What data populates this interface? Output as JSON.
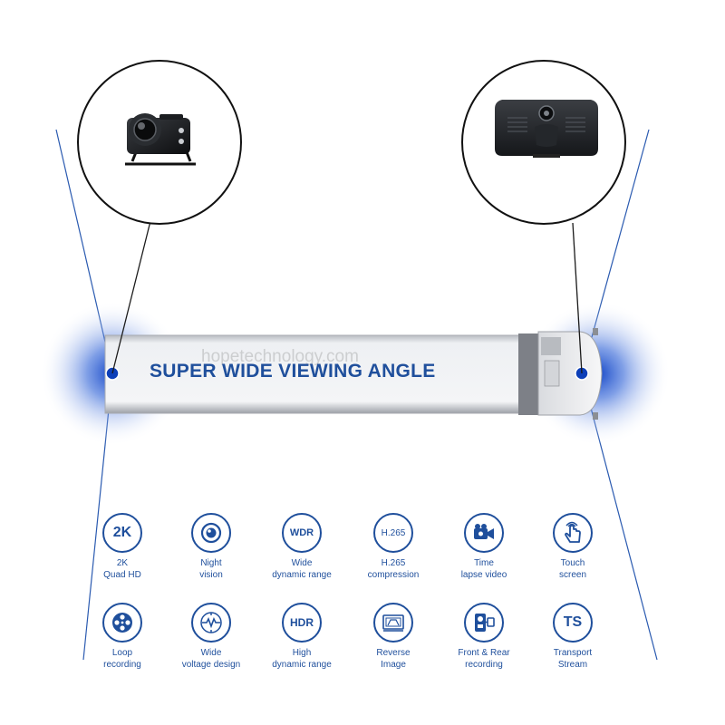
{
  "banner": {
    "headline": "SUPER WIDE VIEWING ANGLE",
    "watermark": "hopetechnology.com"
  },
  "colors": {
    "brand_blue": "#1f4f9c",
    "glow_blue": "#1a4fd0",
    "line_blue": "#2a5ab0"
  },
  "callouts": {
    "left": {
      "icon": "rear-camera-icon"
    },
    "right": {
      "icon": "dash-monitor-icon"
    }
  },
  "features": {
    "row1": [
      {
        "icon": "2k-badge-icon",
        "badge": "2K",
        "line1": "2K",
        "line2": "Quad HD"
      },
      {
        "icon": "night-lens-icon",
        "badge": "",
        "line1": "Night",
        "line2": "vision"
      },
      {
        "icon": "wdr-badge-icon",
        "badge": "WDR",
        "line1": "Wide",
        "line2": "dynamic range"
      },
      {
        "icon": "h265-badge-icon",
        "badge": "H.265",
        "line1": "H.265",
        "line2": "compression"
      },
      {
        "icon": "video-camera-icon",
        "badge": "",
        "line1": "Time",
        "line2": "lapse video"
      },
      {
        "icon": "touch-hand-icon",
        "badge": "",
        "line1": "Touch",
        "line2": "screen"
      }
    ],
    "row2": [
      {
        "icon": "loop-reel-icon",
        "badge": "",
        "line1": "Loop",
        "line2": "recording"
      },
      {
        "icon": "voltage-wave-icon",
        "badge": "",
        "line1": "Wide",
        "line2": "voltage design"
      },
      {
        "icon": "hdr-badge-icon",
        "badge": "HDR",
        "line1": "High",
        "line2": "dynamic range"
      },
      {
        "icon": "reverse-image-icon",
        "badge": "",
        "line1": "Reverse",
        "line2": "Image"
      },
      {
        "icon": "dual-camera-icon",
        "badge": "",
        "line1": "Front & Rear",
        "line2": "recording"
      },
      {
        "icon": "ts-badge-icon",
        "badge": "TS",
        "line1": "Transport",
        "line2": "Stream"
      }
    ]
  }
}
